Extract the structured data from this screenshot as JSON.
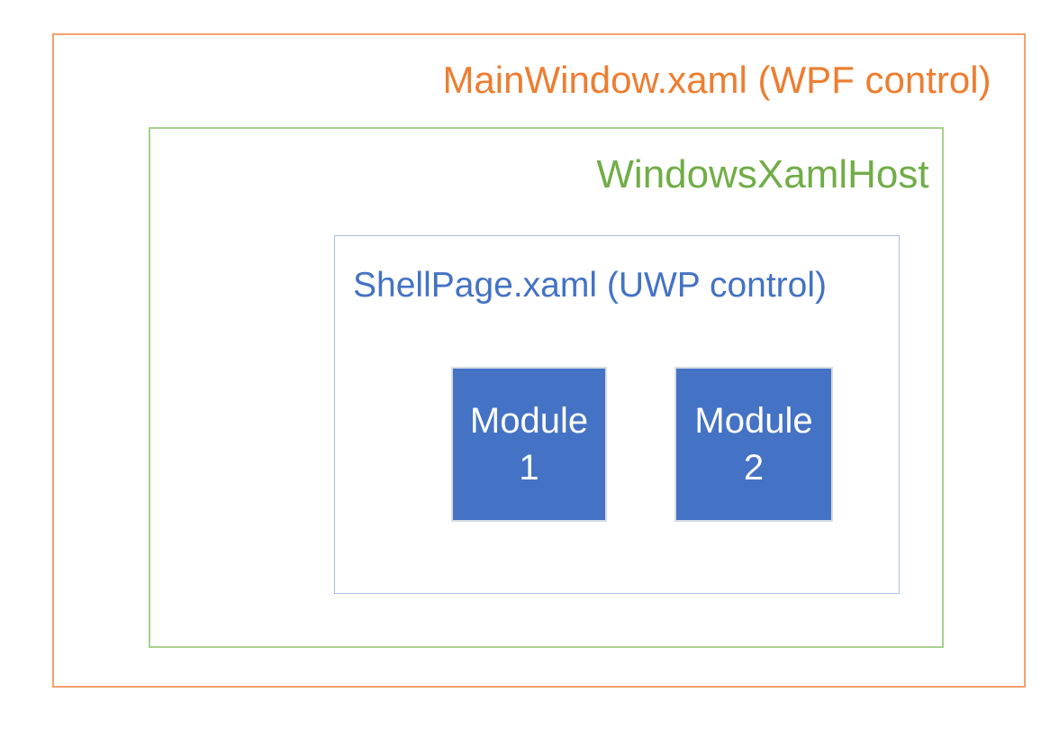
{
  "colors": {
    "canvas-bg": "#FFFFFF",
    "orange-text": "#ED7D31",
    "orange-border": "#F2A16D",
    "green-text": "#70AD47",
    "green-border": "#A8D08D",
    "blue-text": "#4472C4",
    "blue-border": "#A9BFE2",
    "module-fill": "#4472C4",
    "module-border": "#D6DCE5",
    "module-text": "#FFFFFF"
  },
  "diagram": {
    "mainwindow": {
      "label": "MainWindow.xaml (WPF control)"
    },
    "xamlhost": {
      "label": "WindowsXamlHost"
    },
    "shellpage": {
      "label": "ShellPage.xaml (UWP control)"
    },
    "modules": [
      {
        "lines": [
          "Module",
          "1"
        ]
      },
      {
        "lines": [
          "Module",
          "2"
        ]
      }
    ]
  }
}
